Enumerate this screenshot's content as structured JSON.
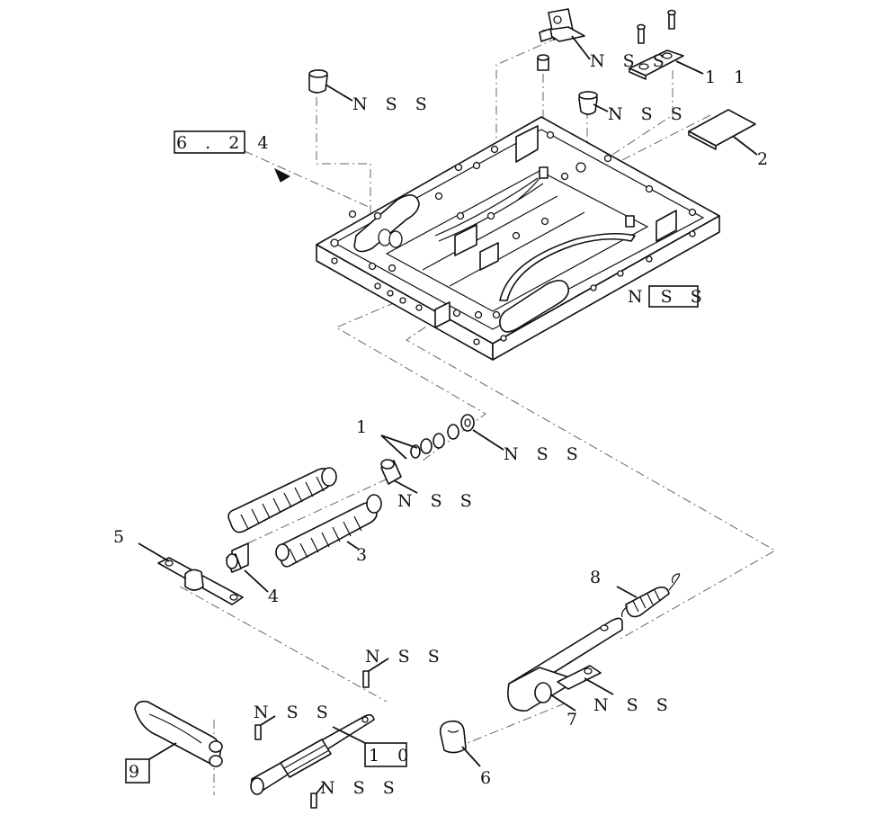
{
  "labels": {
    "nss": "N S S",
    "ref_6_24": "6 . 2 4",
    "n1": "1",
    "n2": "2",
    "n3": "3",
    "n4": "4",
    "n5": "5",
    "n6": "6",
    "n7": "7",
    "n8": "8",
    "n9": "9",
    "n10": "1 0",
    "n11": "1 1"
  }
}
